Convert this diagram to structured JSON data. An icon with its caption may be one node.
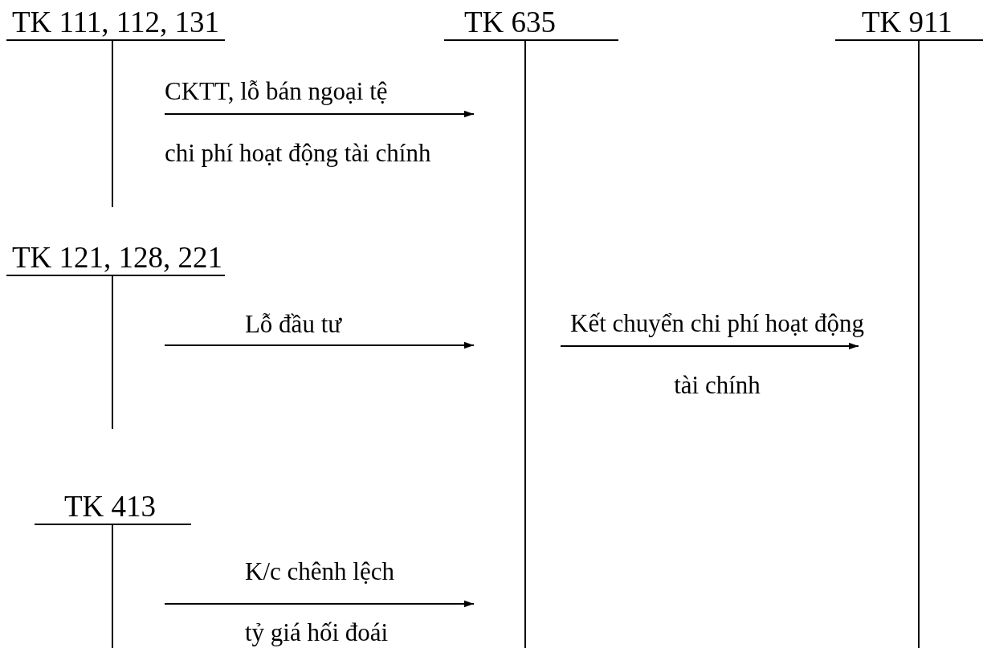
{
  "diagram": {
    "nodes": [
      {
        "text": [
          "TK 111, 112, 131"
        ]
      },
      {
        "text": [
          "TK 635"
        ]
      },
      {
        "text": [
          "TK 911"
        ]
      },
      {
        "text": [
          "TK 121, 128, 221"
        ]
      },
      {
        "text": [
          "TK 413"
        ]
      }
    ],
    "edges": [
      {
        "from": 0,
        "to": 1,
        "arrow": "to",
        "label": "CKTT, lỗ bán ngoại tệ chi phí hoạt động tài chính"
      },
      {
        "from": 3,
        "to": 1,
        "arrow": "to",
        "label": "Lỗ đầu tư"
      },
      {
        "from": 1,
        "to": 2,
        "arrow": "to",
        "label": "Kết chuyển chi phí hoạt động tài chính"
      },
      {
        "from": 4,
        "to": 1,
        "arrow": "to",
        "label": "K/c chênh lệch tỷ giá hối đoái"
      }
    ]
  }
}
